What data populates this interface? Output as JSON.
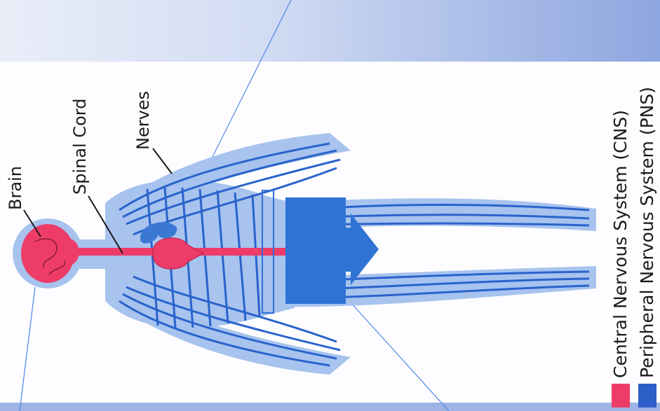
{
  "labels": {
    "brain": "Brain",
    "spinal_cord": "Spinal Cord",
    "nerves": "Nerves"
  },
  "legend": [
    {
      "label": "Central Nervous System (CNS)",
      "color": "#ee3c68"
    },
    {
      "label": "Peripheral Nervous System (PNS)",
      "color": "#2e5fc8"
    }
  ],
  "colors": {
    "body_silhouette": "#a7c3ee",
    "nerves": "#2a63cc",
    "cns": "#ee3c68",
    "organ_blue": "#3b78d4",
    "annotation_box": "#3a7be0"
  }
}
